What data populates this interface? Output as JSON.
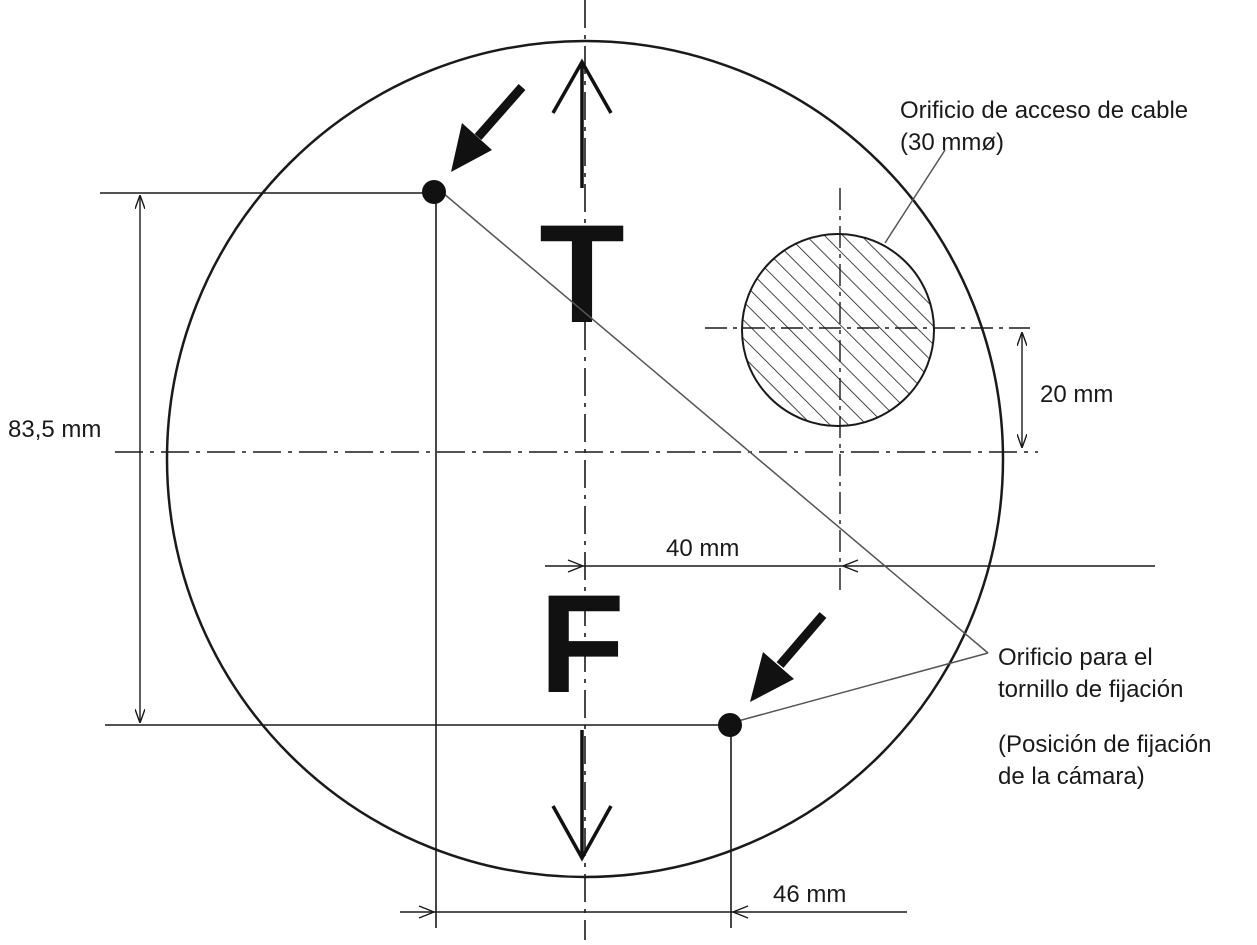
{
  "labels": {
    "cable_hole_title": "Orificio de acceso de cable",
    "cable_hole_size": "(30 mmø)",
    "dim_20": "20 mm",
    "dim_83_5": "83,5 mm",
    "dim_40": "40 mm",
    "dim_46": "46 mm",
    "screw_hole_line1": "Orificio para el",
    "screw_hole_line2": "tornillo de fijación",
    "camera_position_line1": "(Posición de fijación",
    "camera_position_line2": "de la cámara)",
    "letter_top": "T",
    "letter_front": "F"
  },
  "colors": {
    "line": "#1a1a1a",
    "leader": "#555555"
  },
  "icons": {
    "screw_pointer": "arrow-icon",
    "direction_arrow": "direction-arrow-icon"
  }
}
